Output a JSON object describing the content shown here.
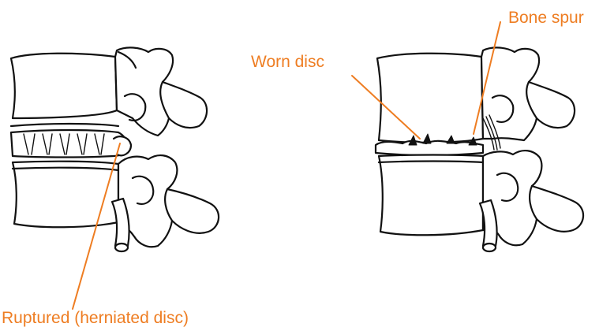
{
  "diagram": {
    "panels": [
      {
        "name": "herniated-disc-spine"
      },
      {
        "name": "degenerated-spine"
      }
    ],
    "labels": {
      "ruptured": "Ruptured (herniated disc)",
      "worn": "Worn disc",
      "spur": "Bone spur"
    },
    "colors": {
      "label": "#ee7d22",
      "leader_line": "#ee7d22",
      "outline": "#111111",
      "fill": "#ffffff"
    }
  }
}
